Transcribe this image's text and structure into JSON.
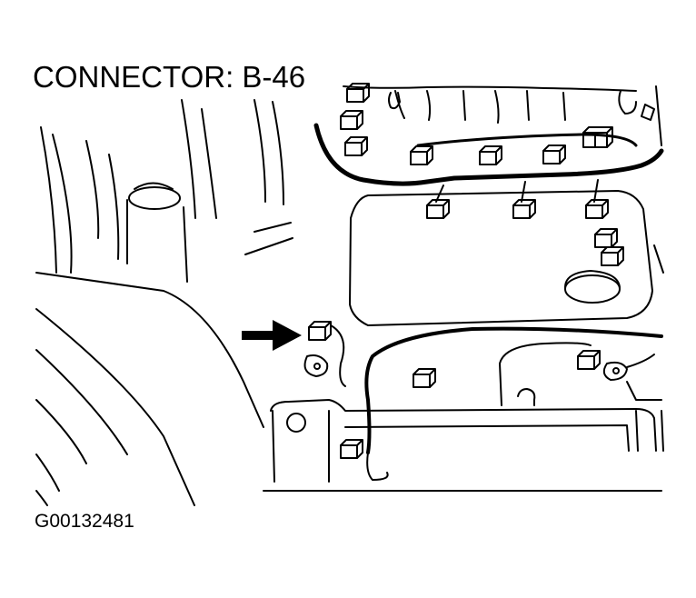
{
  "title": "CONNECTOR: B-46",
  "figure_id": "G00132481",
  "colors": {
    "ink": "#000000",
    "paper": "#ffffff"
  },
  "callout": {
    "type": "arrow",
    "points_to": "connector"
  }
}
